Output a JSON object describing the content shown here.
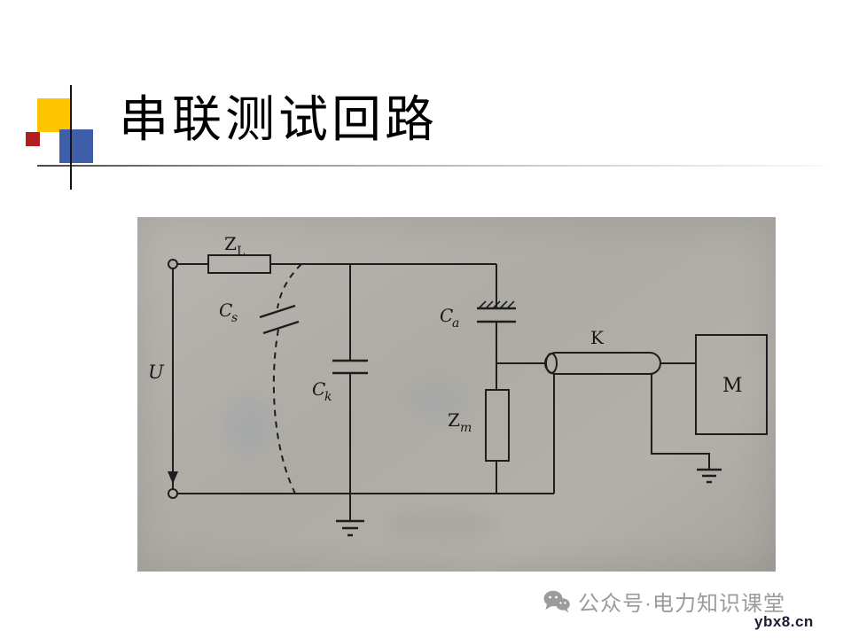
{
  "slide": {
    "title": "串联测试回路"
  },
  "diagram": {
    "description": "series partial-discharge test circuit",
    "labels": {
      "u": "U",
      "zl_main": "Z",
      "zl_sub": "L",
      "cs_main": "C",
      "cs_sub": "s",
      "ck_main": "C",
      "ck_sub": "k",
      "ca_main": "C",
      "ca_sub": "a",
      "zm_main": "Z",
      "zm_sub": "m",
      "k": "K",
      "m": "M"
    }
  },
  "footer": {
    "watermark": "公众号·电力知识课堂",
    "site": "ybx8.cn"
  },
  "colors": {
    "accent_yellow": "#ffc400",
    "accent_red": "#b01e23",
    "accent_blue": "#3e5ea9",
    "line_dark": "#1d1d1d",
    "scan_bg": "#b2afa9",
    "watermark_gray": "#9b9b9b"
  }
}
